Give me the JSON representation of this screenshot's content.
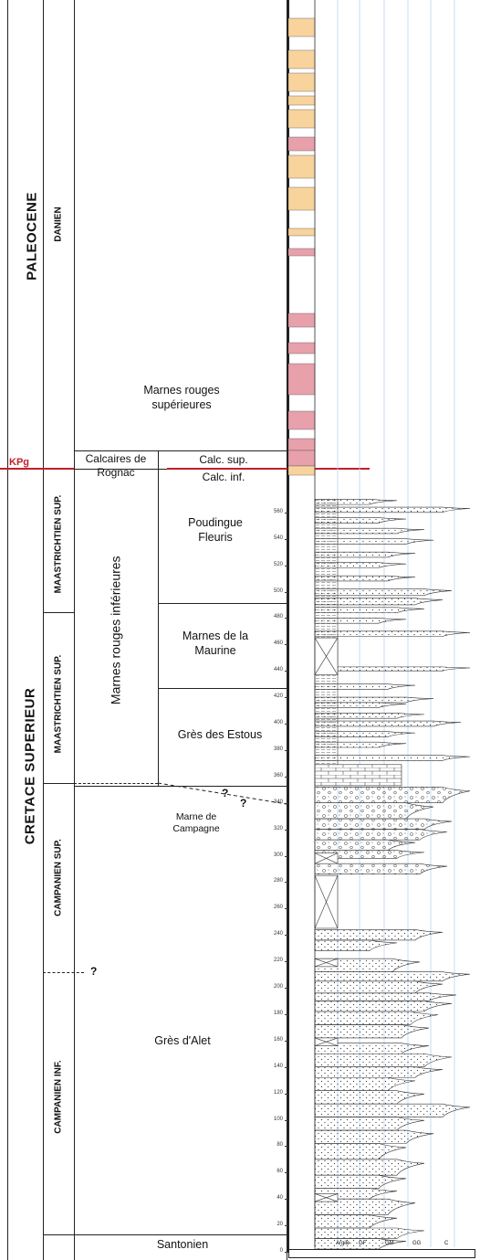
{
  "eras": {
    "paleocene": "PALEOCENE",
    "cretace_superieur": "CRETACE SUPERIEUR"
  },
  "stages": {
    "danien": "DANIEN",
    "maastrichtien_sup_1": "MAASTRICHTIEN SUP.",
    "maastrichtien_sup_2": "MAASTRICHTIEN SUP.",
    "campanien_sup": "CAMPANIEN SUP.",
    "campanien_inf": "CAMPANIEN INF."
  },
  "boundary": {
    "kpg": "KPg",
    "question": "?"
  },
  "formations": {
    "marnes_rouges_superieures": "Marnes rouges supérieures",
    "calcaires_de_rognac": "Calcaires de Rognac",
    "marnes_rouges_inferieures": "Marnes rouges inférieures",
    "gres_alet": "Grès d'Alet",
    "santonien": "Santonien"
  },
  "members": {
    "calc_sup": "Calc. sup.",
    "calc_inf": "Calc. inf.",
    "poudingue_fleuris": "Poudingue Fleuris",
    "marnes_de_la_maurine": "Marnes de la Maurine",
    "gres_des_estous": "Grès des Estous",
    "marne_de_campagne": "Marne de Campagne"
  },
  "axis": {
    "ticks": [
      "0",
      "20",
      "40",
      "60",
      "80",
      "100",
      "120",
      "140",
      "160",
      "180",
      "200",
      "220",
      "240",
      "260",
      "280",
      "300",
      "320",
      "340",
      "360",
      "380",
      "400",
      "420",
      "440",
      "460",
      "480",
      "500",
      "520",
      "540",
      "560"
    ]
  },
  "grain_scale": {
    "labels": [
      "Argile",
      "GF",
      "GM",
      "GG",
      "C"
    ]
  },
  "colors": {
    "kpg_line": "#c0202a",
    "pink": "#e8a0ab",
    "orange": "#f8d39c",
    "frame": "#222222",
    "gridline": "#bcd2ee"
  }
}
